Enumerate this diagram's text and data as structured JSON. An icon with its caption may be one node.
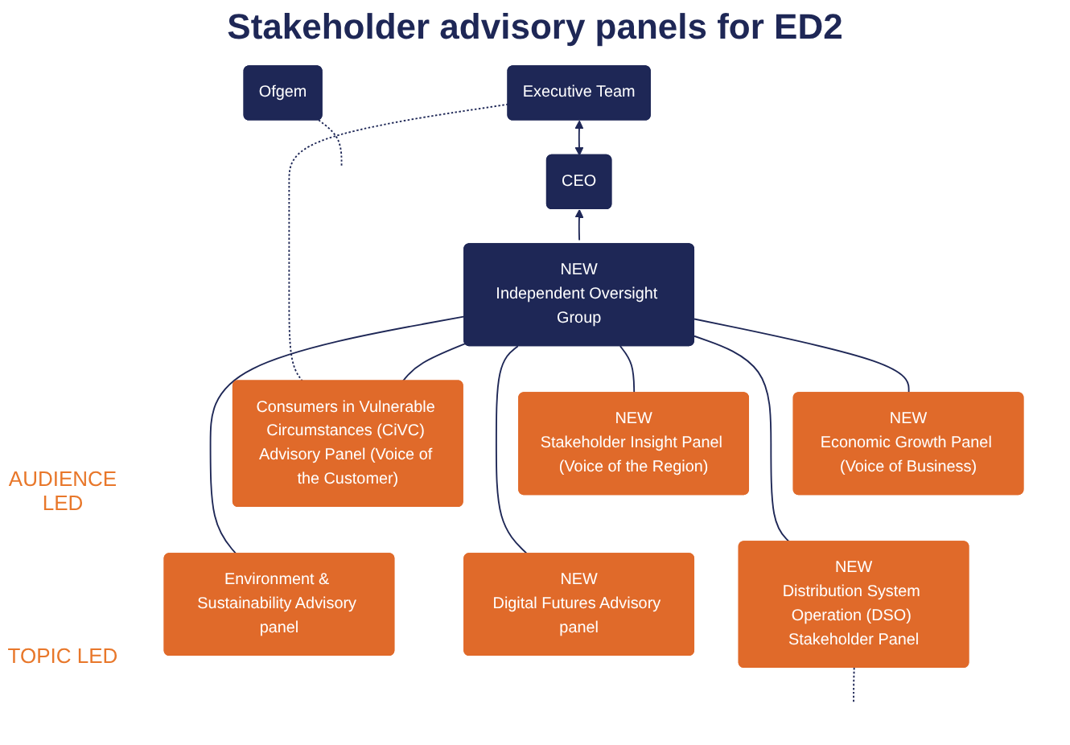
{
  "diagram": {
    "title": "Stakeholder advisory panels for ED2",
    "nodes": [
      {
        "text": [
          "Executive Team"
        ]
      },
      {
        "text": [
          "CEO"
        ]
      },
      {
        "text": [
          "Ofgem"
        ]
      },
      {
        "text": [
          "NEW",
          "Independent Oversight Group"
        ]
      },
      {
        "text": [
          "Consumers in Vulnerable Circumstances (CiVC) Advisory Panel (Voice of the Customer)"
        ]
      },
      {
        "text": [
          "NEW",
          "Stakeholder Insight Panel (Voice of the Region)"
        ]
      },
      {
        "text": [
          "NEW",
          "Economic Growth Panel (Voice of Business)"
        ]
      },
      {
        "text": [
          "Environment & Sustainability Advisory panel"
        ]
      },
      {
        "text": [
          "NEW",
          "Digital Futures Advisory panel"
        ]
      },
      {
        "text": [
          "NEW",
          "Distribution System Operation (DSO) Stakeholder Panel"
        ]
      }
    ],
    "edges": [
      {
        "from": 0,
        "to": 1,
        "arrow": "both"
      },
      {
        "from": 3,
        "to": 1,
        "arrow": "to"
      },
      {
        "from": 0,
        "to": 4,
        "arrow": "none",
        "style": "dashed"
      },
      {
        "from": 3,
        "to": 4,
        "arrow": "none"
      },
      {
        "from": 3,
        "to": 5,
        "arrow": "none"
      },
      {
        "from": 3,
        "to": 6,
        "arrow": "none"
      },
      {
        "from": 3,
        "to": 7,
        "arrow": "none"
      },
      {
        "from": 3,
        "to": 8,
        "arrow": "none"
      },
      {
        "from": 3,
        "to": 9,
        "arrow": "none"
      },
      {
        "from": 2,
        "to": null,
        "arrow": "none",
        "style": "dashed"
      },
      {
        "from": 9,
        "to": null,
        "arrow": "none",
        "style": "dashed"
      }
    ],
    "labels": [
      "AUDIENCE LED",
      "TOPIC LED"
    ]
  }
}
